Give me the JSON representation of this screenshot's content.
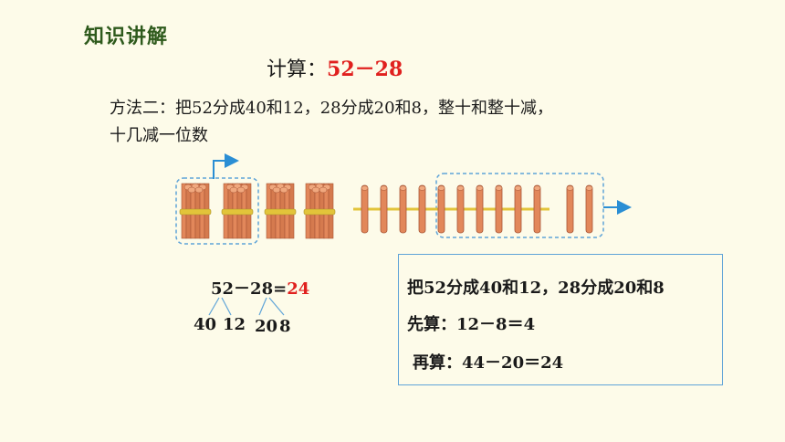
{
  "title": "知识讲解",
  "calc": {
    "prefix": "计算：",
    "expr": "52－28"
  },
  "method": {
    "line1": "方法二：把52分成40和12，28分成20和8，整十和整十减，",
    "line2": "十几减一位数"
  },
  "equation": {
    "lhs": "52－28=",
    "answer": "24"
  },
  "split": {
    "a1": "40",
    "a2": "12",
    "b1": "20",
    "b2": "8"
  },
  "box": {
    "line1": "把52分成40和12，28分成20和8",
    "line2": "先算：12－8＝4",
    "line3": "再算：44－20＝24"
  },
  "colors": {
    "stick": "#e2875a",
    "stick_dark": "#b4593a",
    "band": "#e2c43a",
    "arrow": "#2a8ed4",
    "highlight": "#e0201e",
    "title": "#2e5a1c"
  },
  "icons": [
    "stick-bundle-icon",
    "single-stick-icon",
    "arrow-up-right-icon",
    "arrow-right-icon"
  ]
}
